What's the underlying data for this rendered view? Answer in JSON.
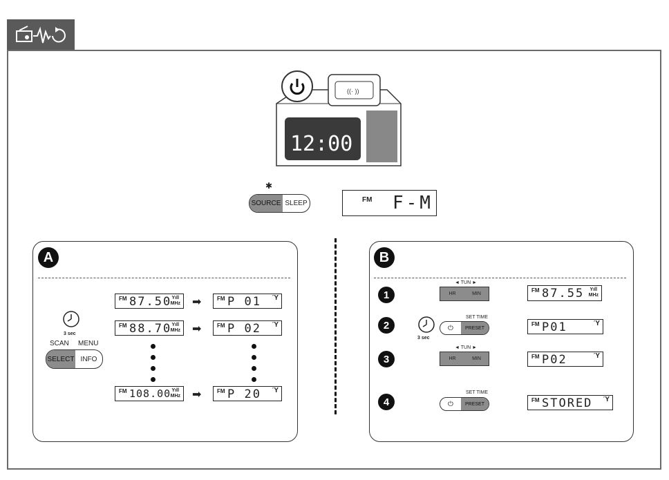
{
  "clock_display": "12:00",
  "source_button": {
    "left": "SOURCE",
    "right": "SLEEP"
  },
  "fm_display": {
    "band": "FM",
    "text": "F-M"
  },
  "section_a": {
    "badge": "A",
    "timer_label": "3 sec",
    "scan_label": "SCAN",
    "menu_label": "MENU",
    "select_label": "SELECT",
    "info_label": "INFO",
    "rows": [
      {
        "freq": "87.50",
        "preset": "P  01"
      },
      {
        "freq": "88.70",
        "preset": "P  02"
      },
      {
        "freq": "108.00",
        "preset": "P  20"
      }
    ],
    "band": "FM",
    "unit": "MHz"
  },
  "section_b": {
    "badge": "B",
    "steps": [
      "1",
      "2",
      "3",
      "4"
    ],
    "tun_label": "◄ TUN ►",
    "set_time_label": "SET TIME",
    "hr_label": "HR",
    "min_label": "MIN",
    "preset_label": "PRESET",
    "timer_label": "3 sec",
    "band": "FM",
    "unit": "MHz",
    "displays": [
      "87.55",
      "P01",
      "P02",
      "STORED"
    ]
  }
}
